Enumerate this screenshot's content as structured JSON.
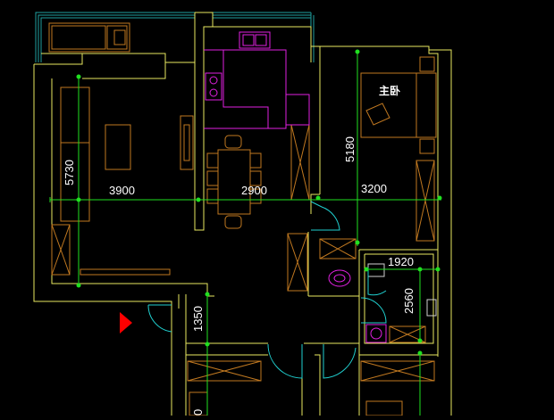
{
  "plan": {
    "dimensions": {
      "living_height": "5730",
      "living_width": "3900",
      "dining_width": "2900",
      "bedroom_width": "3200",
      "bedroom_height": "5180",
      "bath_width": "1920",
      "bath_height": "2560",
      "hall_height": "1350",
      "bottom_partial": "0"
    },
    "room_labels": {
      "master_bedroom": "主卧"
    },
    "colors": {
      "wall": "#e8e860",
      "furniture": "#c07820",
      "dimension": "#20e020",
      "fixture": "#e020e0",
      "door": "#20d0d0",
      "window": "#20a0a0",
      "marker": "#ff0000",
      "background": "#000000"
    }
  }
}
